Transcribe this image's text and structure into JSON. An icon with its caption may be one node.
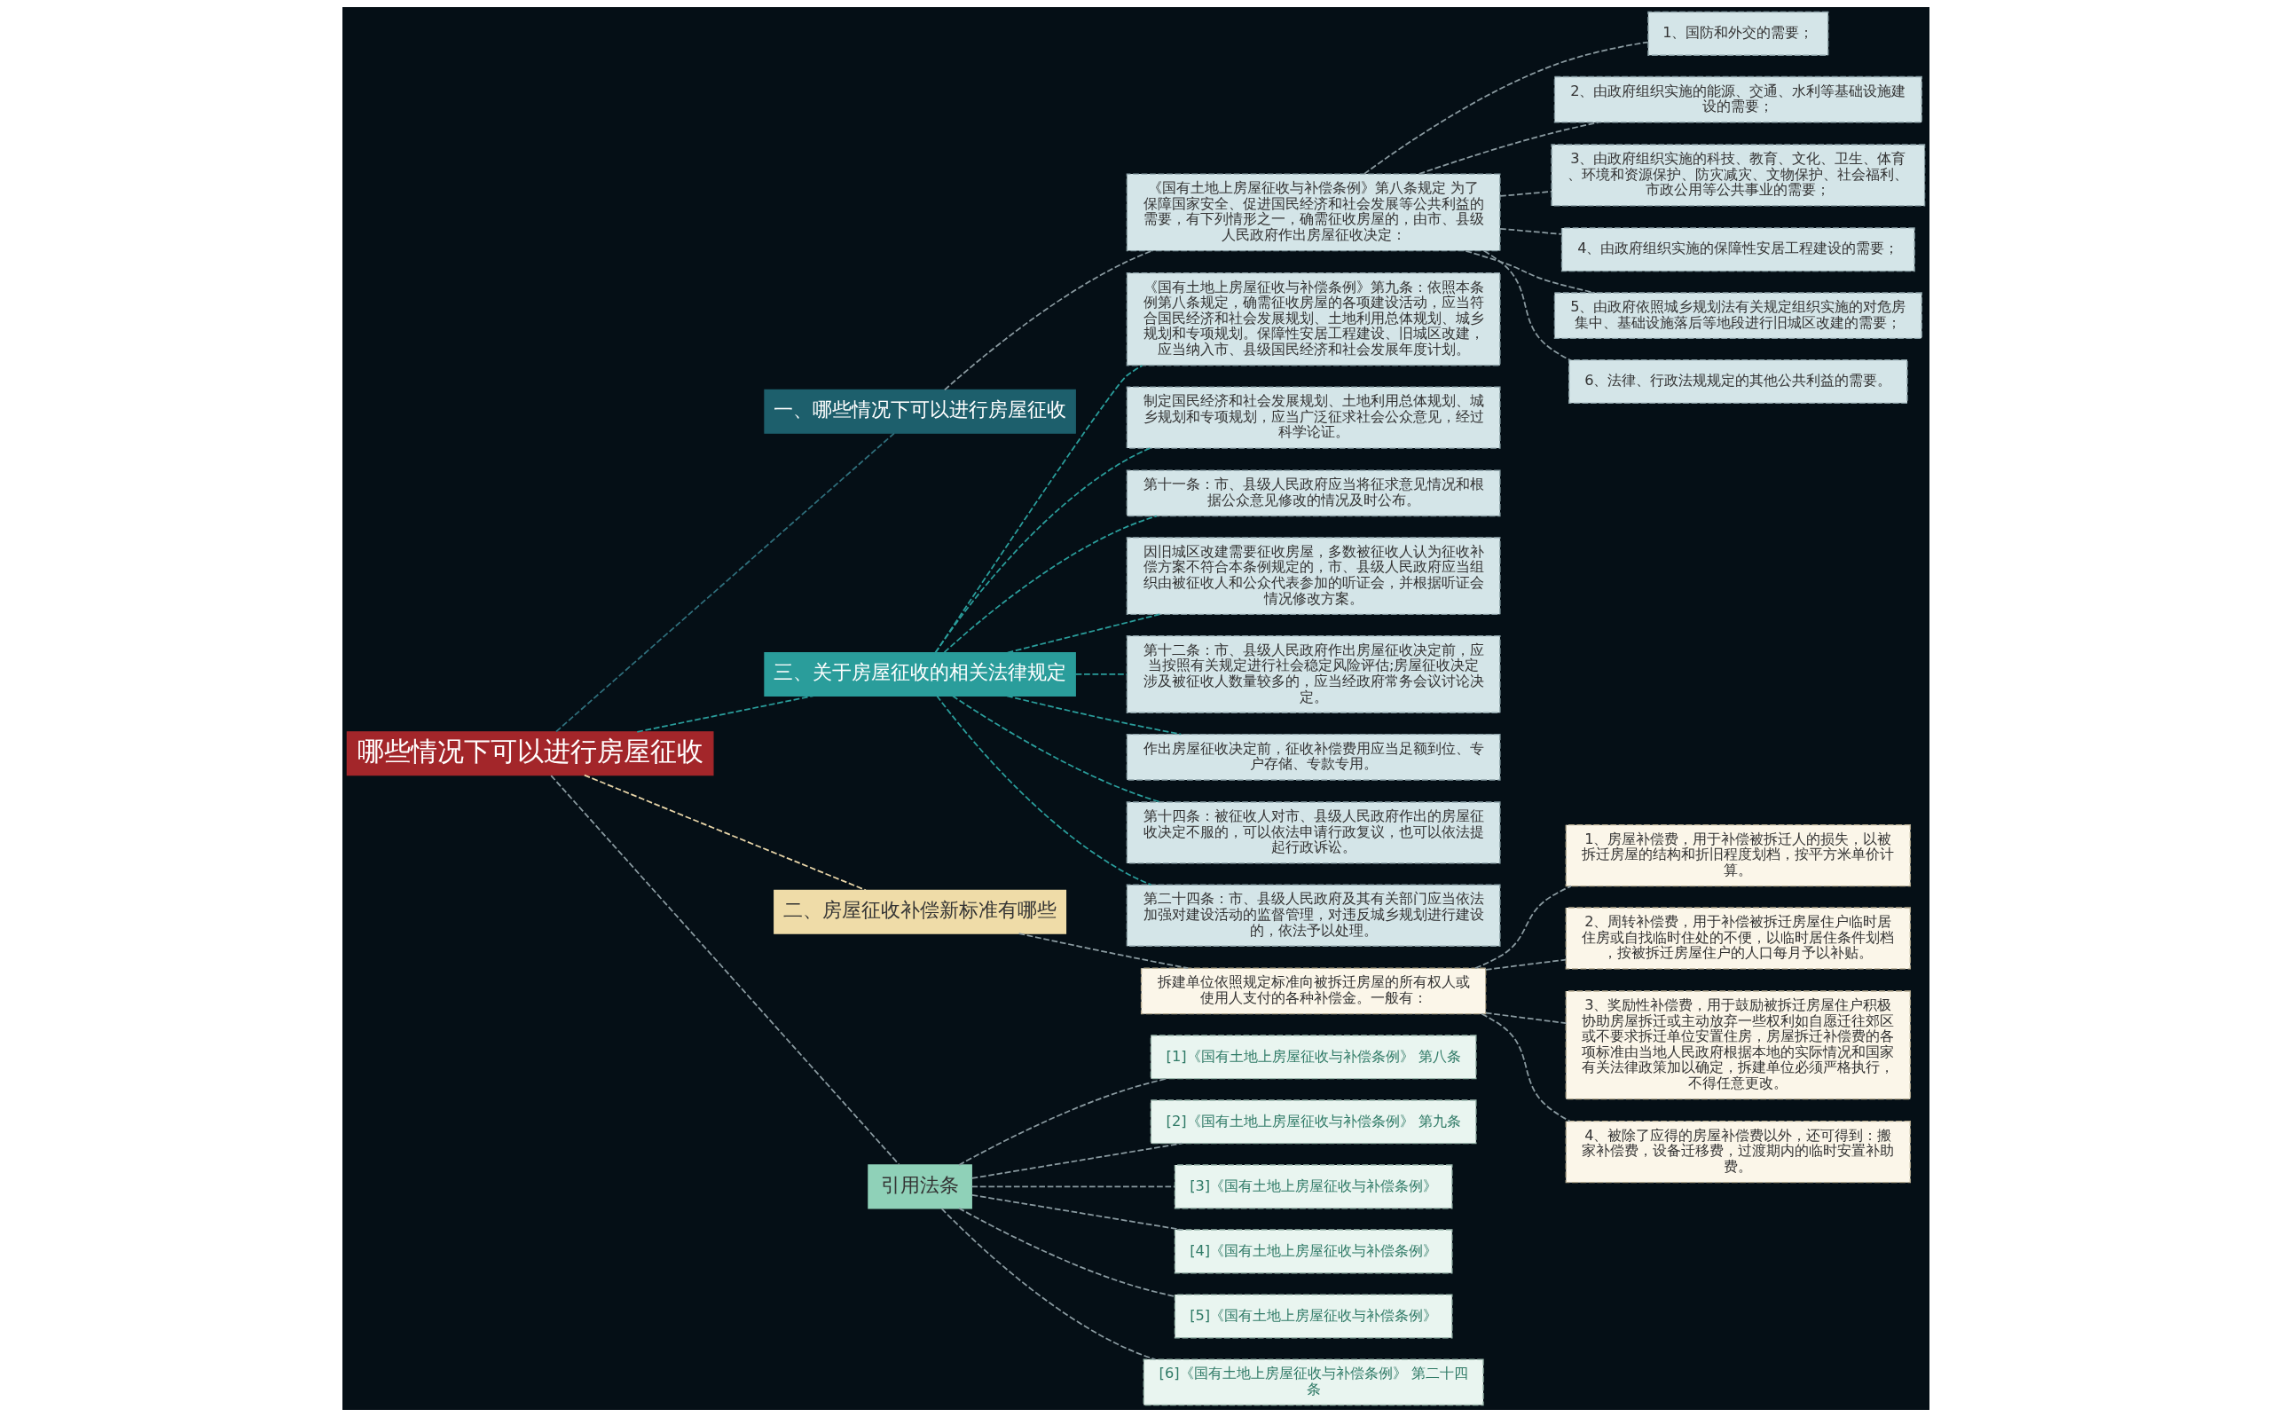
{
  "diagram": {
    "nodes": [
      {
        "text": [
          "哪些情况下可以进行房屋征收"
        ]
      },
      {
        "text": [
          "一、哪些情况下可以进行房屋征收"
        ]
      },
      {
        "text": [
          "《国有土地上房屋征收与补偿条例》第八条规定 为了保障国家安全、促进国民经济和社会发展等公共利益的需要，有下列情形之一，确需征收房屋的，由市、县级人民政府作出房屋征收决定："
        ]
      },
      {
        "text": [
          "1、国防和外交的需要；"
        ]
      },
      {
        "text": [
          "2、由政府组织实施的能源、交通、水利等基础设施建设的需要；"
        ]
      },
      {
        "text": [
          "3、由政府组织实施的科技、教育、文化、卫生、体育、环境和资源保护、防灾减灾、文物保护、社会福利、市政公用等公共事业的需要；"
        ]
      },
      {
        "text": [
          "4、由政府组织实施的保障性安居工程建设的需要；"
        ]
      },
      {
        "text": [
          "5、由政府依照城乡规划法有关规定组织实施的对危房集中、基础设施落后等地段进行旧城区改建的需要；"
        ]
      },
      {
        "text": [
          "6、法律、行政法规规定的其他公共利益的需要。"
        ]
      },
      {
        "text": [
          "三、关于房屋征收的相关法律规定"
        ]
      },
      {
        "text": [
          "《国有土地上房屋征收与补偿条例》第九条：依照本条例第八条规定，确需征收房屋的各项建设活动，应当符合国民经济和社会发展规划、土地利用总体规划、城乡规划和专项规划。保障性安居工程建设、旧城区改建，应当纳入市、县级国民经济和社会发展年度计划。"
        ]
      },
      {
        "text": [
          "制定国民经济和社会发展规划、土地利用总体规划、城乡规划和专项规划，应当广泛征求社会公众意见，经过科学论证。"
        ]
      },
      {
        "text": [
          "第十一条：市、县级人民政府应当将征求意见情况和根据公众意见修改的情况及时公布。"
        ]
      },
      {
        "text": [
          "因旧城区改建需要征收房屋，多数被征收人认为征收补偿方案不符合本条例规定的，市、县级人民政府应当组织由被征收人和公众代表参加的听证会，并根据听证会情况修改方案。"
        ]
      },
      {
        "text": [
          "第十二条：市、县级人民政府作出房屋征收决定前，应当按照有关规定进行社会稳定风险评估;房屋征收决定涉及被征收人数量较多的，应当经政府常务会议讨论决定。"
        ]
      },
      {
        "text": [
          "作出房屋征收决定前，征收补偿费用应当足额到位、专户存储、专款专用。"
        ]
      },
      {
        "text": [
          "第十四条：被征收人对市、县级人民政府作出的房屋征收决定不服的，可以依法申请行政复议，也可以依法提起行政诉讼。"
        ]
      },
      {
        "text": [
          "第二十四条：市、县级人民政府及其有关部门应当依法加强对建设活动的监督管理，对违反城乡规划进行建设的，依法予以处理。"
        ]
      },
      {
        "text": [
          "二、房屋征收补偿新标准有哪些"
        ]
      },
      {
        "text": [
          "拆建单位依照规定标准向被拆迁房屋的所有权人或使用人支付的各种补偿金。一般有："
        ]
      },
      {
        "text": [
          "1、房屋补偿费，用于补偿被拆迁人的损失，以被拆迁房屋的结构和折旧程度划档，按平方米单价计算。"
        ]
      },
      {
        "text": [
          "2、周转补偿费，用于补偿被拆迁房屋住户临时居住房或自找临时住处的不便，以临时居住条件划档，按被拆迁房屋住户的人口每月予以补贴。"
        ]
      },
      {
        "text": [
          "3、奖励性补偿费，用于鼓励被拆迁房屋住户积极协助房屋拆迁或主动放弃一些权利如自愿迁往郊区或不要求拆迁单位安置住房，房屋拆迁补偿费的各项标准由当地人民政府根据本地的实际情况和国家有关法律政策加以确定，拆建单位必须严格执行，不得任意更改。"
        ]
      },
      {
        "text": [
          "4、被除了应得的房屋补偿费以外，还可得到：搬家补偿费，设备迁移费，过渡期内的临时安置补助费。"
        ]
      },
      {
        "text": [
          "引用法条"
        ]
      },
      {
        "text": [
          "[1]《国有土地上房屋征收与补偿条例》 第八条"
        ]
      },
      {
        "text": [
          "[2]《国有土地上房屋征收与补偿条例》 第九条"
        ]
      },
      {
        "text": [
          "[3]《国有土地上房屋征收与补偿条例》"
        ]
      },
      {
        "text": [
          "[4]《国有土地上房屋征收与补偿条例》"
        ]
      },
      {
        "text": [
          "[5]《国有土地上房屋征收与补偿条例》"
        ]
      },
      {
        "text": [
          "[6]《国有土地上房屋征收与补偿条例》 第二十四条"
        ]
      }
    ],
    "edges": [
      {
        "from": 0,
        "to": 1,
        "arrow": "none",
        "style": "dashed",
        "color": "#2f6f7c"
      },
      {
        "from": 1,
        "to": 2,
        "arrow": "none",
        "style": "dashed"
      },
      {
        "from": 2,
        "to": 3,
        "arrow": "none",
        "style": "dashed"
      },
      {
        "from": 2,
        "to": 4,
        "arrow": "none",
        "style": "dashed"
      },
      {
        "from": 2,
        "to": 5,
        "arrow": "none",
        "style": "dashed"
      },
      {
        "from": 2,
        "to": 6,
        "arrow": "none",
        "style": "dashed"
      },
      {
        "from": 2,
        "to": 7,
        "arrow": "none",
        "style": "dashed"
      },
      {
        "from": 2,
        "to": 8,
        "arrow": "none",
        "style": "dashed"
      },
      {
        "from": 0,
        "to": 9,
        "arrow": "none",
        "style": "dashed",
        "color": "#2a9d9b"
      },
      {
        "from": 9,
        "to": 10,
        "arrow": "none",
        "style": "dashed",
        "color": "#2a9d9b"
      },
      {
        "from": 9,
        "to": 11,
        "arrow": "none",
        "style": "dashed",
        "color": "#2a9d9b"
      },
      {
        "from": 9,
        "to": 12,
        "arrow": "none",
        "style": "dashed",
        "color": "#2a9d9b"
      },
      {
        "from": 9,
        "to": 13,
        "arrow": "none",
        "style": "dashed",
        "color": "#2a9d9b"
      },
      {
        "from": 9,
        "to": 14,
        "arrow": "none",
        "style": "dashed",
        "color": "#2a9d9b"
      },
      {
        "from": 9,
        "to": 15,
        "arrow": "none",
        "style": "dashed",
        "color": "#2a9d9b"
      },
      {
        "from": 9,
        "to": 16,
        "arrow": "none",
        "style": "dashed",
        "color": "#2a9d9b"
      },
      {
        "from": 9,
        "to": 17,
        "arrow": "none",
        "style": "dashed",
        "color": "#2a9d9b"
      },
      {
        "from": 0,
        "to": 18,
        "arrow": "none",
        "style": "dashed",
        "color": "#e8d5a8"
      },
      {
        "from": 18,
        "to": 19,
        "arrow": "none",
        "style": "dashed"
      },
      {
        "from": 19,
        "to": 20,
        "arrow": "none",
        "style": "dashed"
      },
      {
        "from": 19,
        "to": 21,
        "arrow": "none",
        "style": "dashed"
      },
      {
        "from": 19,
        "to": 22,
        "arrow": "none",
        "style": "dashed"
      },
      {
        "from": 19,
        "to": 23,
        "arrow": "none",
        "style": "dashed"
      },
      {
        "from": 0,
        "to": 24,
        "arrow": "none",
        "style": "dashed"
      },
      {
        "from": 24,
        "to": 25,
        "arrow": "none",
        "style": "dashed"
      },
      {
        "from": 24,
        "to": 26,
        "arrow": "none",
        "style": "dashed"
      },
      {
        "from": 24,
        "to": 27,
        "arrow": "none",
        "style": "dashed"
      },
      {
        "from": 24,
        "to": 28,
        "arrow": "none",
        "style": "dashed"
      },
      {
        "from": 24,
        "to": 29,
        "arrow": "none",
        "style": "dashed"
      },
      {
        "from": 24,
        "to": 30,
        "arrow": "none",
        "style": "dashed"
      }
    ]
  }
}
